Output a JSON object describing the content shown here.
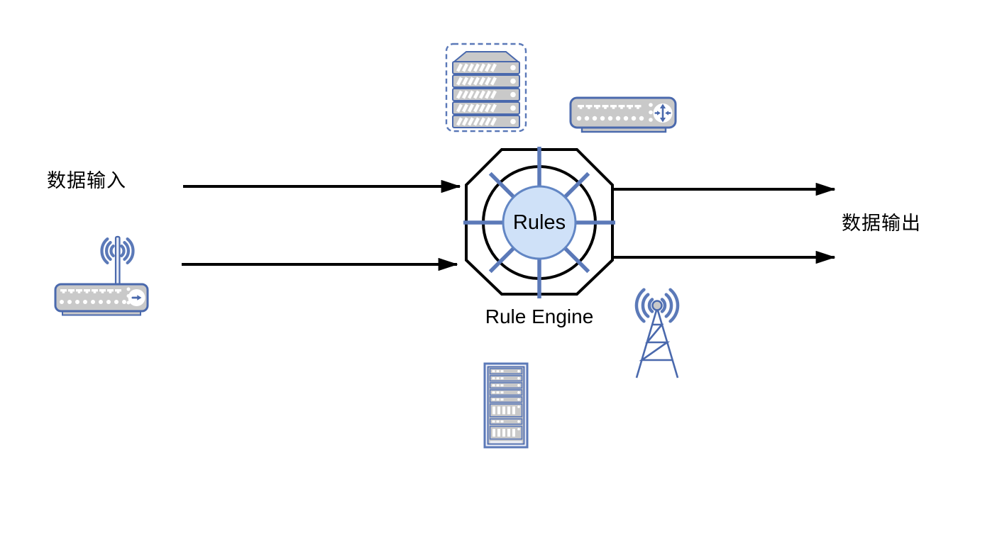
{
  "diagram": {
    "labels": {
      "input": "数据输入",
      "output": "数据输出",
      "engine_core": "Rules",
      "engine_caption": "Rule Engine"
    },
    "engine": {
      "shape": "octagon-with-hub-and-spokes",
      "spoke_count": 8
    },
    "flows": {
      "input_arrow_count": 2,
      "output_arrow_count": 2
    },
    "icons": {
      "top_center": "server-rack-icon",
      "top_right": "network-switch-icon",
      "bottom_left": "wireless-router-icon",
      "bottom_right": "radio-tower-icon",
      "bottom_center": "server-tower-icon",
      "center": "rule-engine-octagon-icon"
    },
    "colors": {
      "device_blue": "#4a69ad",
      "spoke_blue": "#5b79b8",
      "device_gray": "#c9c9c9",
      "engine_fill": "#cfe1f8",
      "engine_stroke": "#6286c4",
      "arrow_black": "#000000",
      "background": "#ffffff"
    }
  }
}
